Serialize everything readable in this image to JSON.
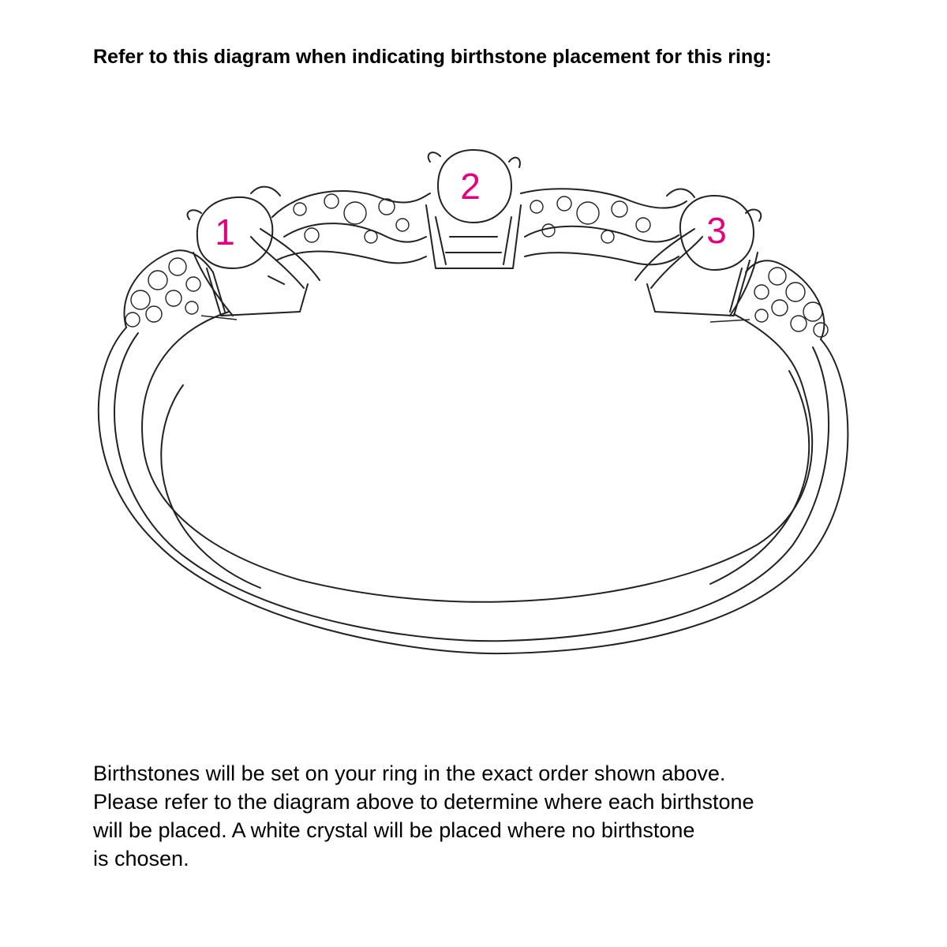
{
  "heading": "Refer to this diagram when indicating birthstone placement for this ring:",
  "stones": [
    {
      "label": "1"
    },
    {
      "label": "2"
    },
    {
      "label": "3"
    }
  ],
  "label_color": "#e6007e",
  "line_color": "#222222",
  "caption_lines": [
    "Birthstones will be set on your ring in the exact order shown above.",
    "Please refer to the diagram above to determine where each birthstone",
    "will be placed. A white crystal will be placed where no birthstone",
    "is chosen."
  ],
  "icons": {
    "ring": "ring-illustration"
  }
}
